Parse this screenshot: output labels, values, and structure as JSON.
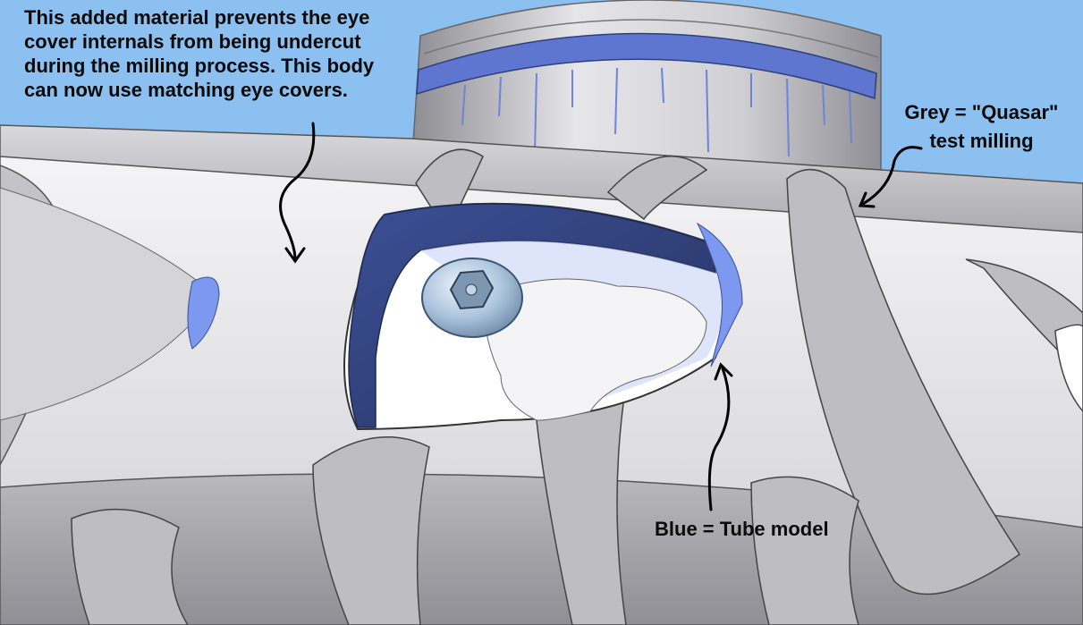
{
  "annotations": {
    "added_material": "This added material prevents the eye cover internals from being undercut during the milling process. This body can now use matching eye covers.",
    "grey_legend_line1": "Grey = \"Quasar\"",
    "grey_legend_line2": "test milling",
    "blue_legend": "Blue = Tube model"
  },
  "colors": {
    "sky": "#8cc0f0",
    "grey_model": "#c9c9cd",
    "blue_model": "#6f8ee8",
    "dark_blue": "#3a4f9a",
    "text": "#0a0a0a"
  }
}
